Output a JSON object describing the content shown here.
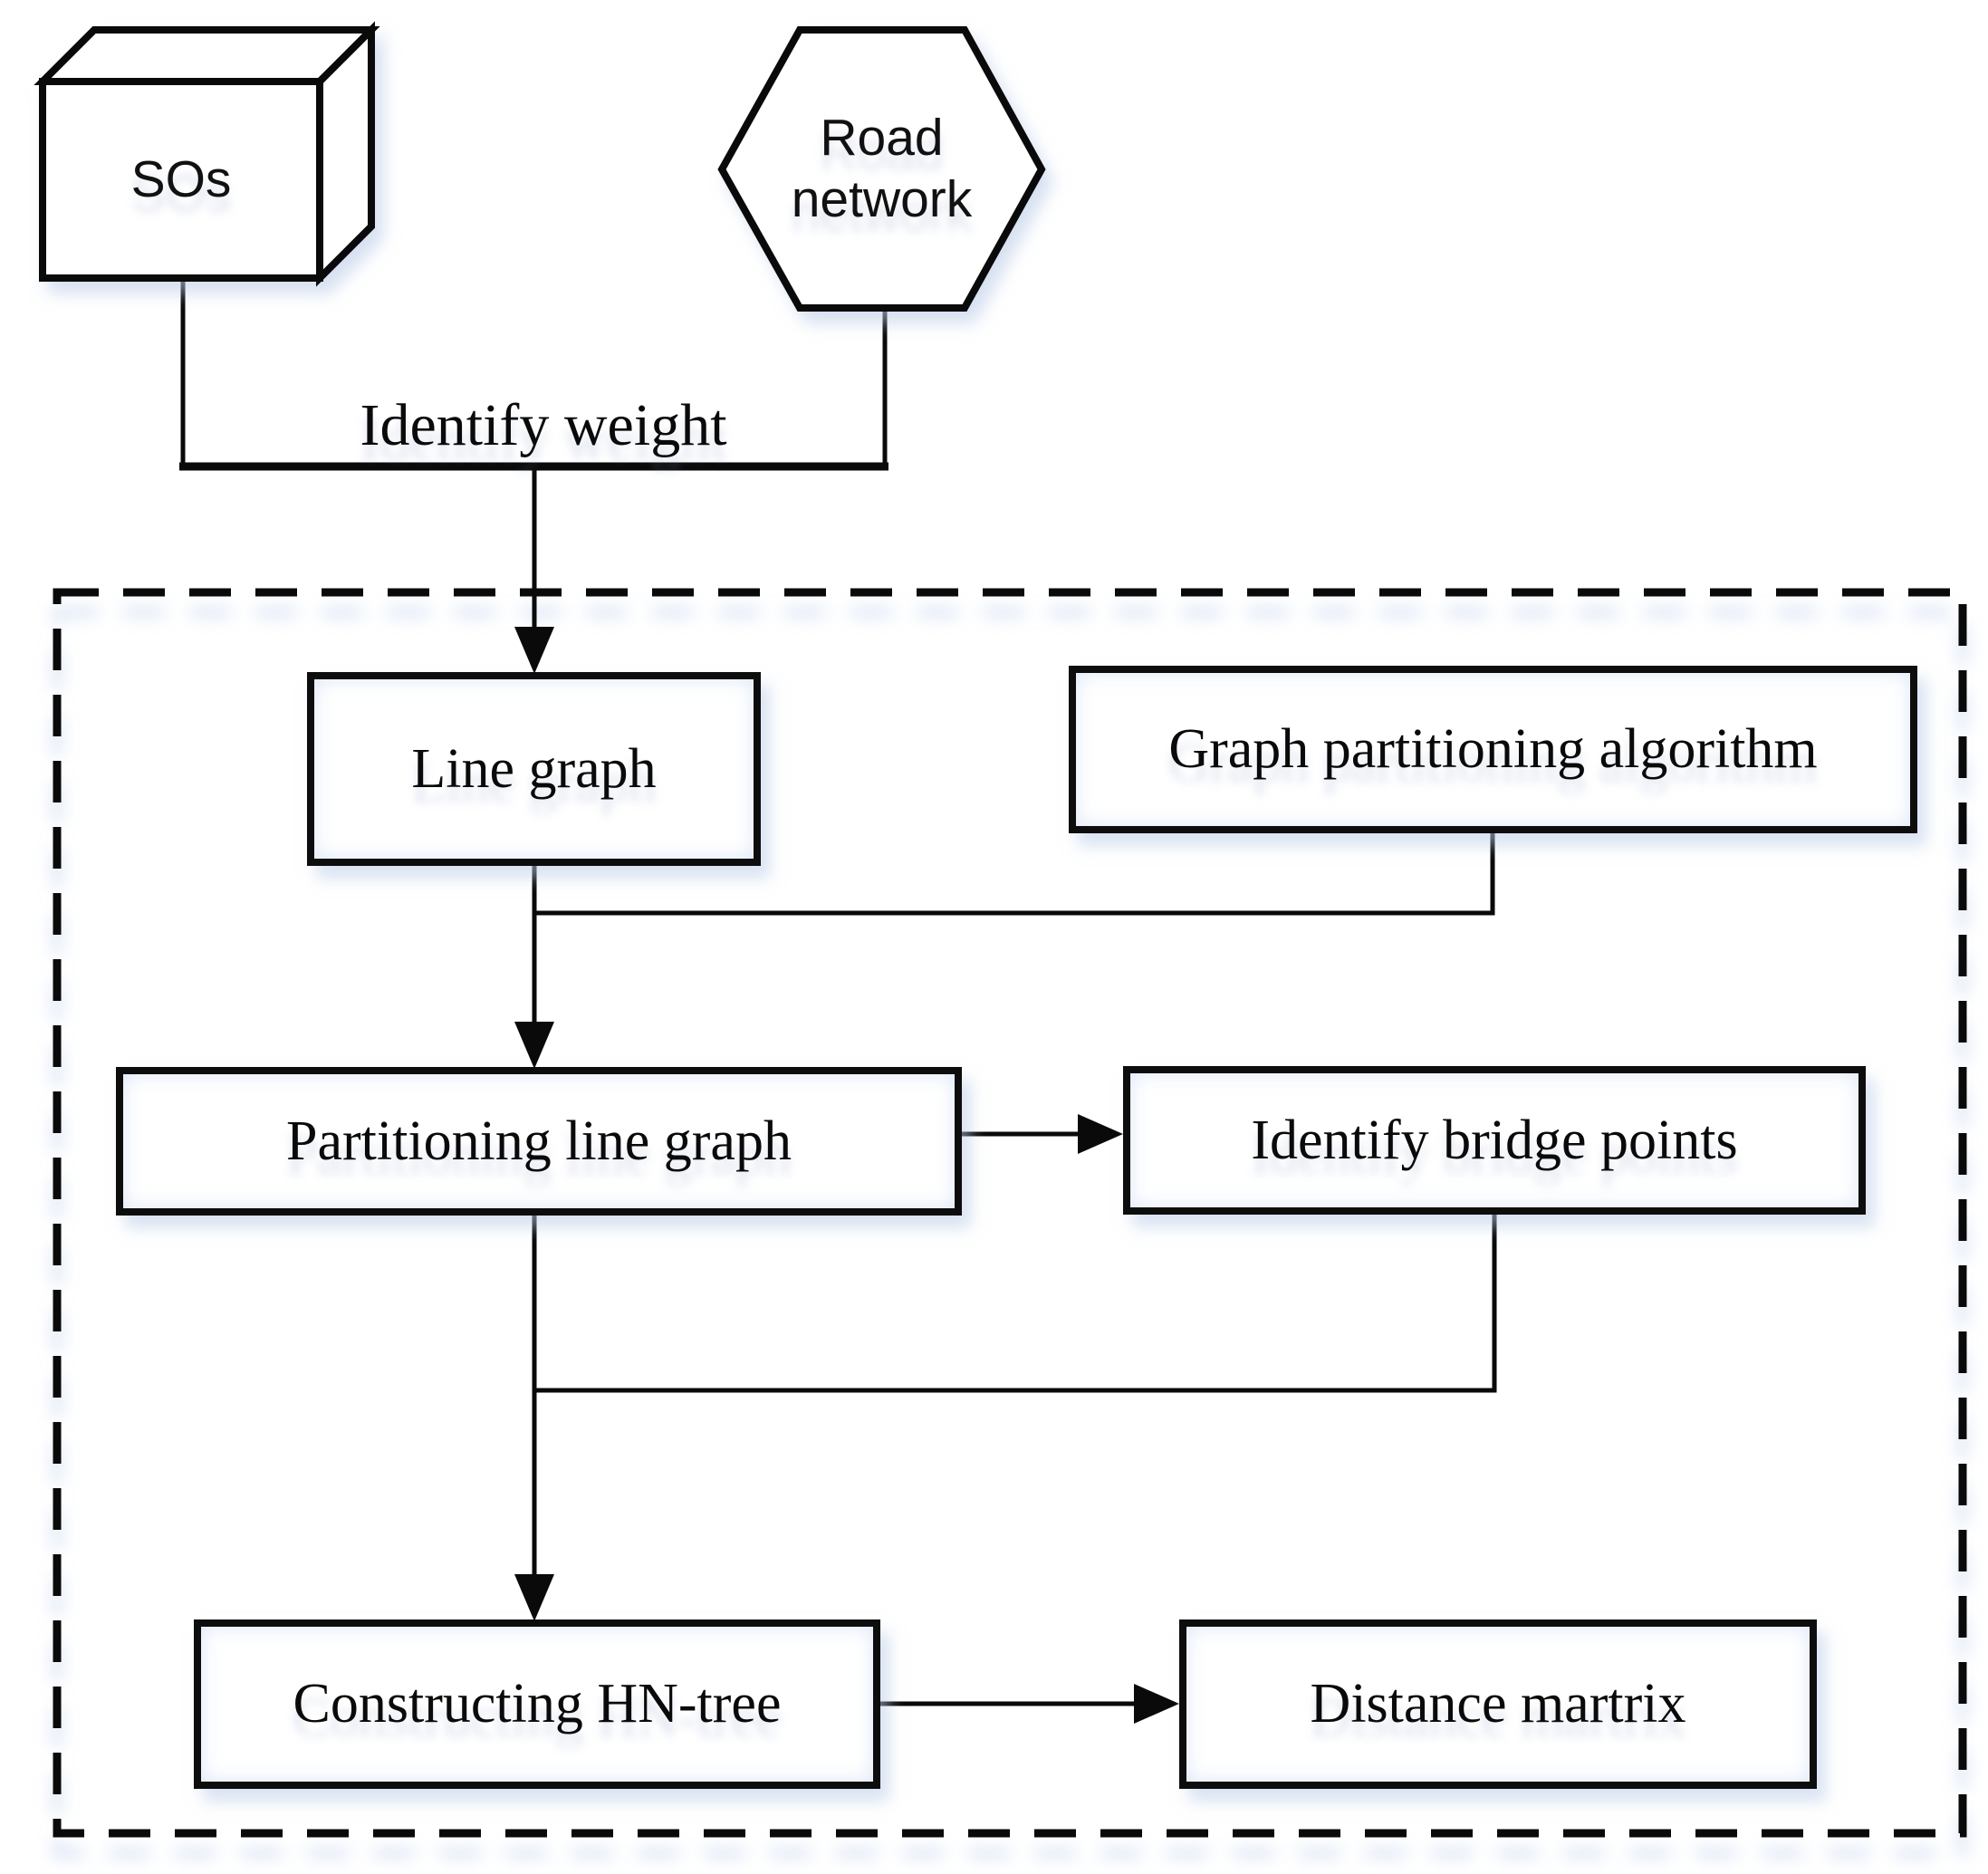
{
  "nodes": {
    "sos": {
      "label": "SOs",
      "shape": "cuboid"
    },
    "road_network": {
      "label": "Road network",
      "shape": "hexagon"
    },
    "line_graph": {
      "label": "Line graph",
      "shape": "rect"
    },
    "graph_partitioning": {
      "label": "Graph partitioning algorithm",
      "shape": "rect"
    },
    "partitioning_line_graph": {
      "label": "Partitioning line graph",
      "shape": "rect"
    },
    "identify_bridge_points": {
      "label": "Identify bridge points",
      "shape": "rect"
    },
    "constructing_hn_tree": {
      "label": "Constructing HN-tree",
      "shape": "rect"
    },
    "distance_matrix": {
      "label": "Distance martrix",
      "shape": "rect"
    }
  },
  "edge_labels": {
    "identify_weight": "Identify weight"
  },
  "colors": {
    "line": "#0a0a0a",
    "background": "#ffffff",
    "shadow_tint": "#c3d2ea"
  },
  "container": {
    "style": "dashed-boundary"
  }
}
